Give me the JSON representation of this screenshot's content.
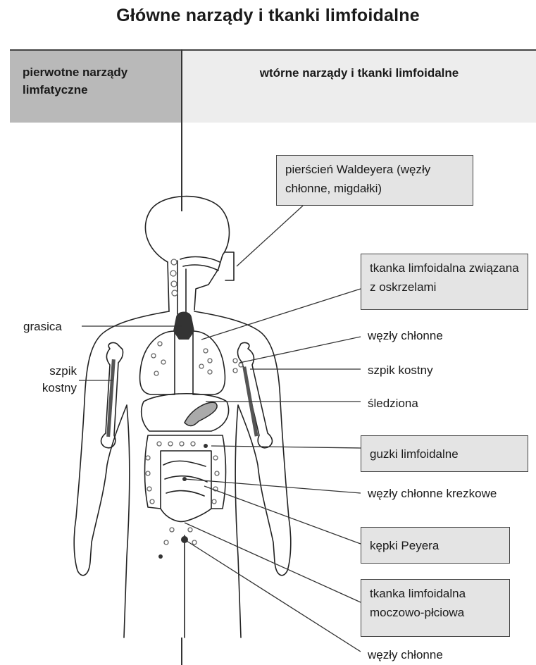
{
  "title": "Główne narządy i tkanki limfoidalne",
  "header": {
    "primary": "pierwotne narządy limfatyczne",
    "secondary": "wtórne narządy i tkanki limfoidalne"
  },
  "labels": {
    "waldeyer": "pierścień Waldeyera (węzły chłonne, migdałki)",
    "bronchial": "tkanka limfoidalna związana z oskrzelami",
    "thymus": "grasica",
    "marrow_left": "szpik kostny",
    "lymph_nodes_arm": "węzły chłonne",
    "marrow_right": "szpik kostny",
    "spleen": "śledziona",
    "nodules": "guzki limfoidalne",
    "mesenteric": "węzły chłonne krezkowe",
    "peyer": "kępki Peyera",
    "urogenital": "tkanka limfoidalna moczowo-płciowa",
    "lymph_nodes_bottom": "węzły chłonne"
  }
}
